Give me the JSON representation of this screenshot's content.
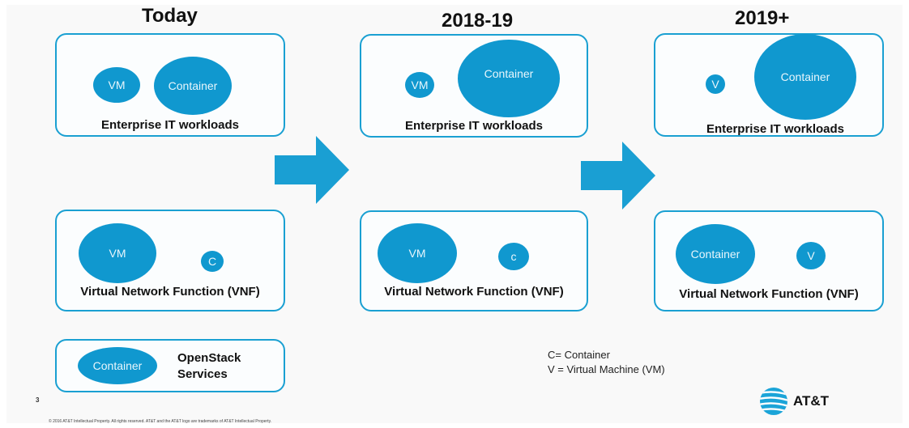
{
  "columns": {
    "today": "Today",
    "y2018": "2018-19",
    "y2019": "2019+"
  },
  "today": {
    "enterprise": {
      "vm": "VM",
      "container": "Container",
      "label": "Enterprise IT workloads"
    },
    "vnf": {
      "vm": "VM",
      "c": "C",
      "label": "Virtual Network Function (VNF)"
    },
    "openstack": {
      "container": "Container",
      "label_line1": "OpenStack",
      "label_line2": "Services"
    }
  },
  "y2018": {
    "enterprise": {
      "vm": "VM",
      "container": "Container",
      "label": "Enterprise IT workloads"
    },
    "vnf": {
      "vm": "VM",
      "c": "c",
      "label": "Virtual Network Function (VNF)"
    }
  },
  "y2019": {
    "enterprise": {
      "v": "V",
      "container": "Container",
      "label": "Enterprise IT workloads"
    },
    "vnf": {
      "container": "Container",
      "v": "V",
      "label": "Virtual Network Function (VNF)"
    }
  },
  "legend": {
    "line1": "C= Container",
    "line2": "V = Virtual Machine (VM)"
  },
  "page_number": "3",
  "footer": "© 2016 AT&T Intellectual Property.  All rights reserved. AT&T and the AT&T logo are trademarks of AT&T Intellectual Property.",
  "logo": {
    "text": "AT&T",
    "icon": "att-globe-icon"
  },
  "colors": {
    "accent": "#1098cf",
    "border": "#1aa0d2"
  }
}
